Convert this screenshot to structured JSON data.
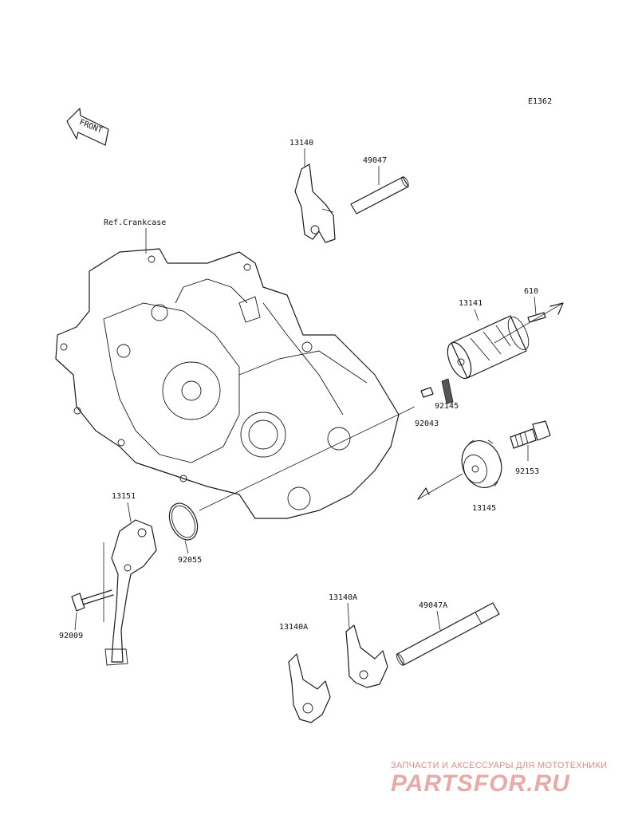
{
  "diagram": {
    "code": "E1362",
    "front_label": "FRONT",
    "ref_label": "Ref.Crankcase",
    "parts": {
      "p13140": "13140",
      "p49047": "49047",
      "p13141": "13141",
      "p610": "610",
      "p92145": "92145",
      "p92043": "92043",
      "p92153": "92153",
      "p13145": "13145",
      "p13151": "13151",
      "p92055": "92055",
      "p92009": "92009",
      "p13140A_upper": "13140A",
      "p13140A_lower": "13140A",
      "p49047A": "49047A"
    }
  },
  "watermark": {
    "line1": "ЗАПЧАСТИ И АКСЕССУАРЫ ДЛЯ МОТОТЕХНИКИ",
    "line2": "PARTSFOR.RU"
  }
}
